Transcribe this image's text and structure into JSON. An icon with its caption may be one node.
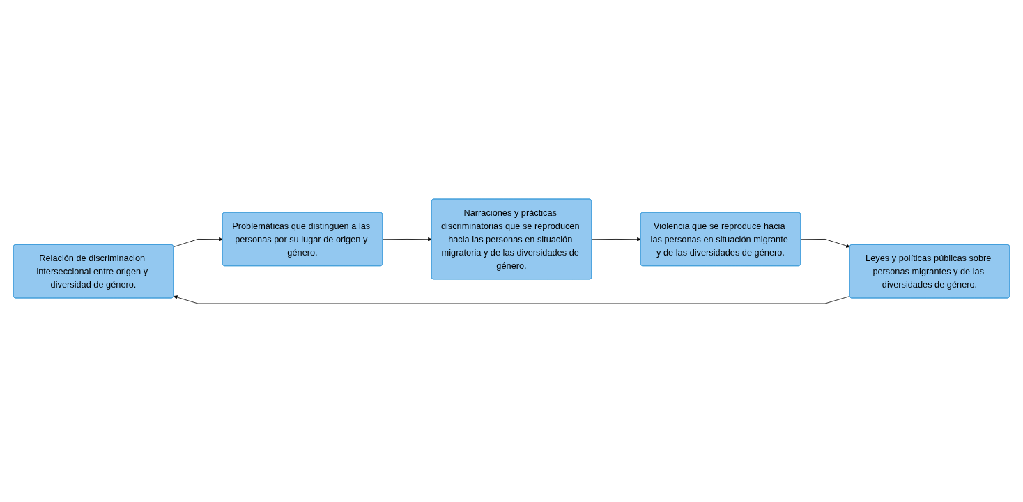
{
  "diagram": {
    "nodes": [
      {
        "text": [
          "Relación de discriminacion interseccional entre origen y diversidad de género."
        ]
      },
      {
        "text": [
          "Problemáticas que distinguen a las personas por su lugar de origen y género."
        ]
      },
      {
        "text": [
          "Narraciones y prácticas discriminatorias que se reproducen hacia las personas en situación migratoria y de las diversidades de género."
        ]
      },
      {
        "text": [
          "Violencia que se reproduce hacia las personas en situación migrante y de las diversidades de género."
        ]
      },
      {
        "text": [
          "Leyes y políticas públicas sobre personas migrantes y de las diversidades de género."
        ]
      }
    ],
    "edges": [
      {
        "from": 0,
        "to": 1,
        "arrow": "to"
      },
      {
        "from": 1,
        "to": 2,
        "arrow": "to"
      },
      {
        "from": 2,
        "to": 3,
        "arrow": "to"
      },
      {
        "from": 3,
        "to": 4,
        "arrow": "to"
      },
      {
        "from": 4,
        "to": 0,
        "arrow": "to"
      }
    ]
  }
}
